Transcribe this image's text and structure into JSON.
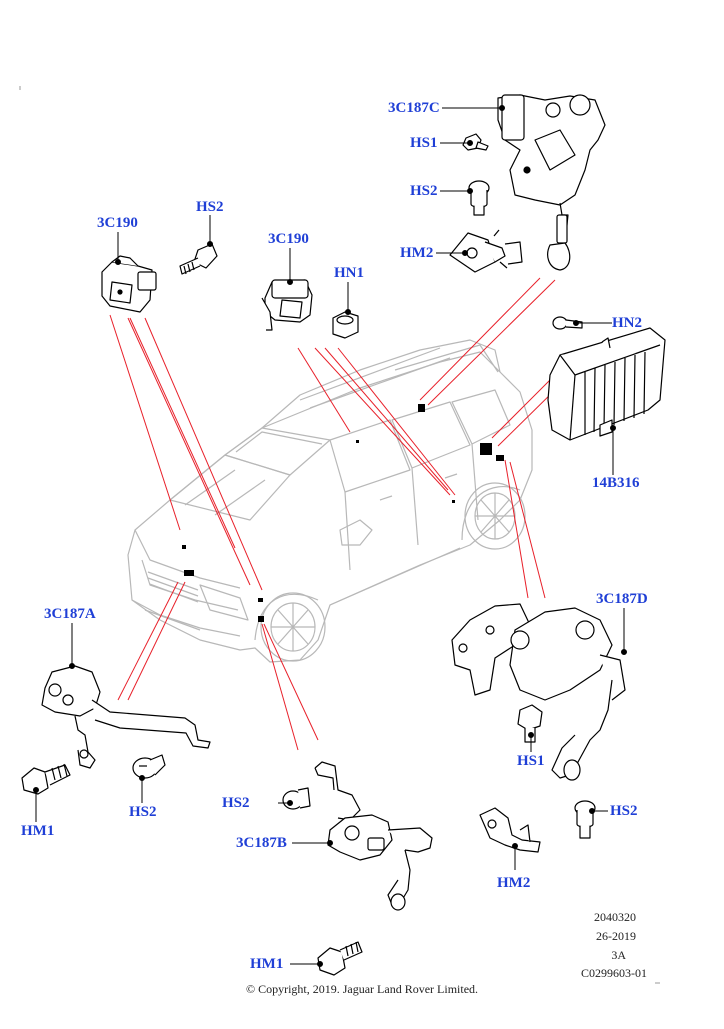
{
  "callouts": {
    "c3c187c": "3C187C",
    "hs1_top": "HS1",
    "hs2_top": "HS2",
    "hm2_top": "HM2",
    "c3c190_left": "3C190",
    "hs2_left": "HS2",
    "c3c190_mid": "3C190",
    "hn1": "HN1",
    "hn2": "HN2",
    "c14b316": "14B316",
    "c3c187a": "3C187A",
    "hm1_left": "HM1",
    "hs2_bottomleft": "HS2",
    "c3c187d": "3C187D",
    "hs1_right": "HS1",
    "hs2_mid": "HS2",
    "c3c187b": "3C187B",
    "hm1_bottom": "HM1",
    "hs2_right": "HS2",
    "hm2_bottom": "HM2"
  },
  "meta": {
    "ref": "2040320",
    "date": "26-2019",
    "rev": "3A",
    "code": "C0299603-01"
  },
  "copyright": "© Copyright, 2019. Jaguar Land Rover Limited.",
  "colors": {
    "callout_text": "#1f3fd6",
    "leader_red": "#e8202a",
    "line_art": "#000000",
    "vehicle_outline": "#b8b8b8"
  }
}
